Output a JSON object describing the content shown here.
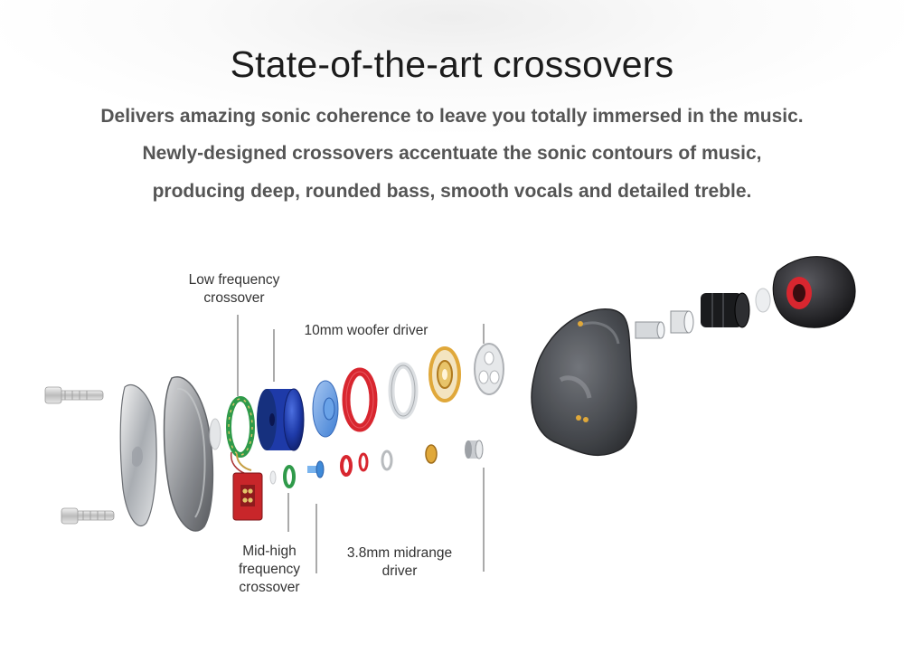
{
  "header": {
    "title": "State-of-the-art crossovers",
    "lines": [
      "Delivers amazing sonic coherence to leave you totally immersed in the music.",
      "Newly-designed crossovers accentuate the sonic contours of music,",
      "producing deep, rounded bass, smooth vocals and detailed treble."
    ]
  },
  "callouts": {
    "low_frequency": [
      "Low frequency",
      "crossover"
    ],
    "woofer": [
      "10mm woofer driver"
    ],
    "mid_high": [
      "Mid-high",
      "frequency",
      "crossover"
    ],
    "midrange": [
      "3.8mm midrange",
      "driver"
    ]
  },
  "colors": {
    "blue_magnet": "#1e3aa8",
    "red_ring": "#d8262f",
    "gold_ring": "#e0a83a",
    "green_pcb": "#2f9a4a",
    "connector": "#c8262a",
    "shell": "#3a3d42",
    "ear_tip": "#2a2a2e"
  }
}
